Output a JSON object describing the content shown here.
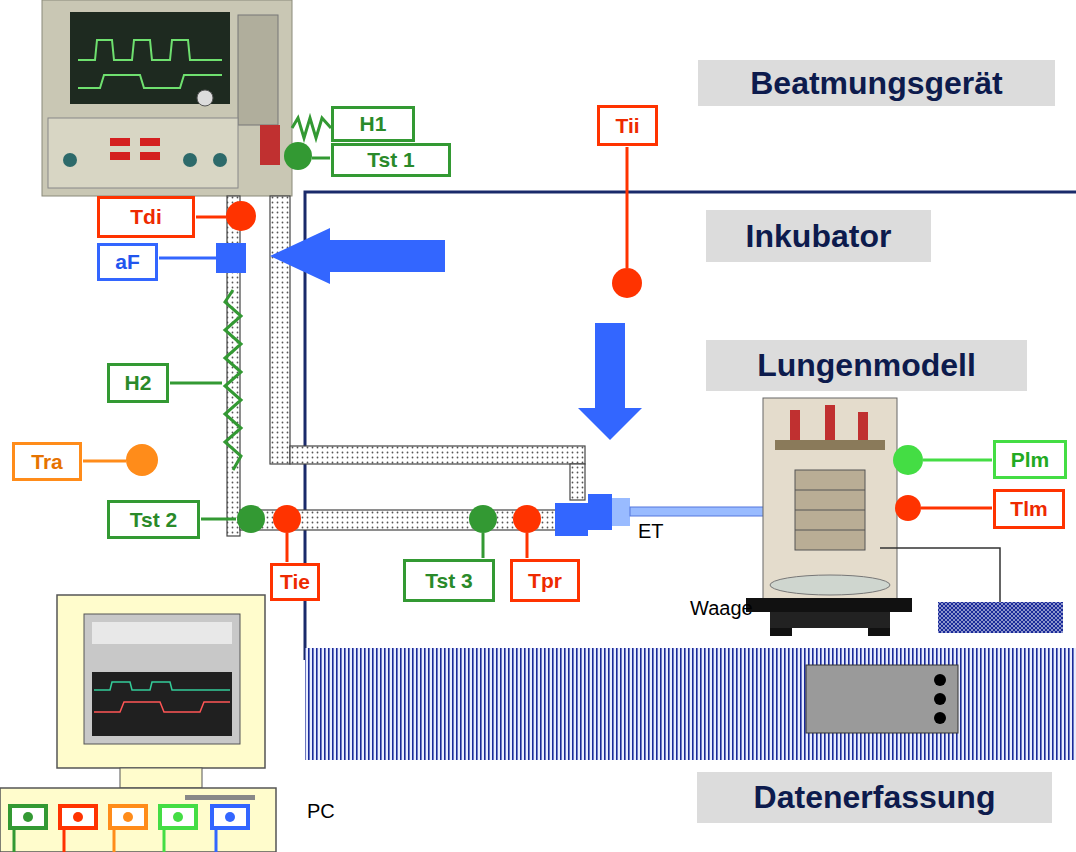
{
  "diagram": {
    "nodes": [
      {
        "text": [
          "Beatmungsgerät"
        ]
      },
      {
        "text": [
          "Tii"
        ]
      },
      {
        "text": [
          "H1"
        ]
      },
      {
        "text": [
          "Tst 1"
        ]
      },
      {
        "text": [
          "Tdi"
        ]
      },
      {
        "text": [
          "Inkubator"
        ]
      },
      {
        "text": [
          "aF"
        ]
      },
      {
        "text": [
          "Lungenmodell"
        ]
      },
      {
        "text": [
          "H2"
        ]
      },
      {
        "text": [
          "Plm"
        ]
      },
      {
        "text": [
          "Tra"
        ]
      },
      {
        "text": [
          "Tlm"
        ]
      },
      {
        "text": [
          "Tst 2"
        ]
      },
      {
        "text": [
          "Tst 3"
        ]
      },
      {
        "text": [
          "Tpr"
        ]
      },
      {
        "text": [
          "Tie"
        ]
      },
      {
        "text": [
          "Datenerfassung"
        ]
      }
    ],
    "labels": [
      "ET",
      "Waage",
      "PC"
    ]
  }
}
